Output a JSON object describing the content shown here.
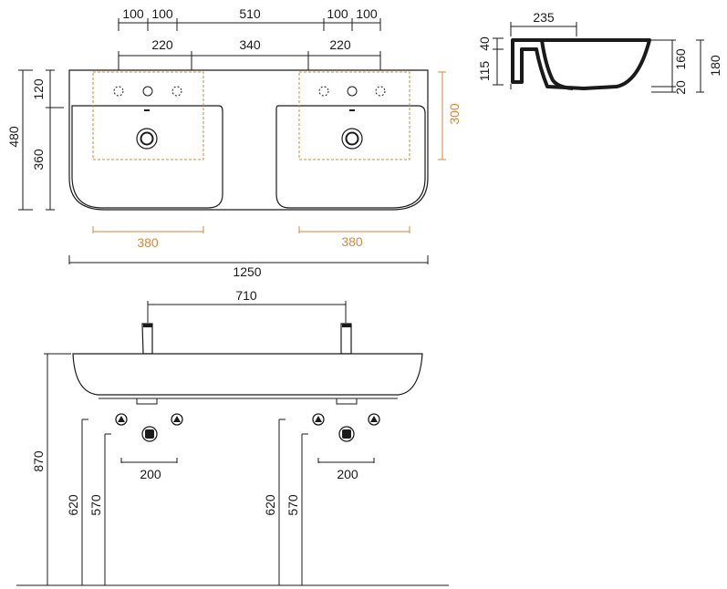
{
  "colors": {
    "ink": "#1a1a1a",
    "accent": "#d28a3c"
  },
  "top_view": {
    "dims_top_row": [
      "100",
      "100",
      "510",
      "100",
      "100"
    ],
    "dims_second_row": [
      "220",
      "340",
      "220"
    ],
    "left_dims": [
      "480",
      "120",
      "360"
    ],
    "right_dim": "300",
    "bowl_widths": [
      "380",
      "380"
    ],
    "overall_width": "1250"
  },
  "side_view": {
    "depth": "235",
    "left_dims": [
      "115",
      "40"
    ],
    "right_dims": [
      "160",
      "20",
      "180"
    ]
  },
  "front_view": {
    "tap_spacing": "710",
    "waste_spacing": [
      "200",
      "200"
    ],
    "heights": [
      "870",
      "620",
      "570",
      "620",
      "570"
    ]
  }
}
